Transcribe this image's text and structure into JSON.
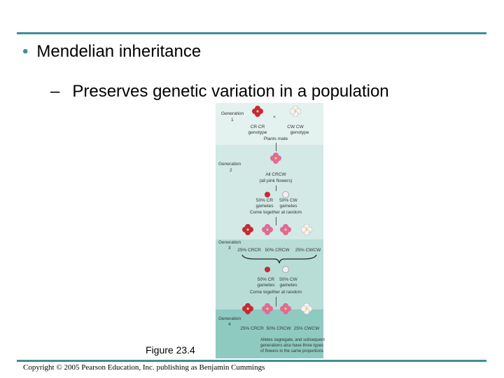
{
  "slide": {
    "bullet1": "Mendelian inheritance",
    "bullet2": "Preserves genetic variation in a population",
    "bullet1_marker": "•",
    "bullet2_marker": "–",
    "caption": "Figure 23.4",
    "copyright": "Copyright © 2005 Pearson Education, Inc. publishing as Benjamin Cummings"
  },
  "figure": {
    "gen1": {
      "label_line1": "Generation",
      "label_line2": "1",
      "times": "×",
      "left_genotype": "CR CR",
      "left_sub": "genotype",
      "right_genotype": "CW CW",
      "right_sub": "genotype",
      "mate": "Plants mate"
    },
    "gen2": {
      "label_line1": "Generation",
      "label_line2": "2",
      "all_line1": "All CRCW",
      "all_line2": "(all pink flowers)",
      "gam_left": "50% CR",
      "gam_left_sub": "gametes",
      "gam_right": "50% CW",
      "gam_right_sub": "gametes",
      "random": "Come together at random"
    },
    "gen3": {
      "label_line1": "Generation",
      "label_line2": "3",
      "p1": "25% CRCR",
      "p2": "50% CRCW",
      "p3": "25% CWCW",
      "gam_left": "50% CR",
      "gam_left_sub": "gametes",
      "gam_right": "50% CW",
      "gam_right_sub": "gametes",
      "random": "Come together at random"
    },
    "gen4": {
      "label_line1": "Generation",
      "label_line2": "4",
      "p1": "25% CRCR",
      "p2": "50% CRCW",
      "p3": "25% CWCW",
      "note_line1": "Alleles segregate, and subsequent",
      "note_line2": "generations also have three types",
      "note_line3": "of flowers in the same proportions"
    },
    "colors": {
      "accent": "#3f8f94",
      "red_flower": "#c8283a",
      "pink_flower": "#e06a9a",
      "white_flower": "#f4f0f2",
      "band_light": "#cfe7e4",
      "band_mid": "#b4dcd6",
      "band_dark": "#7fc2b8"
    }
  }
}
